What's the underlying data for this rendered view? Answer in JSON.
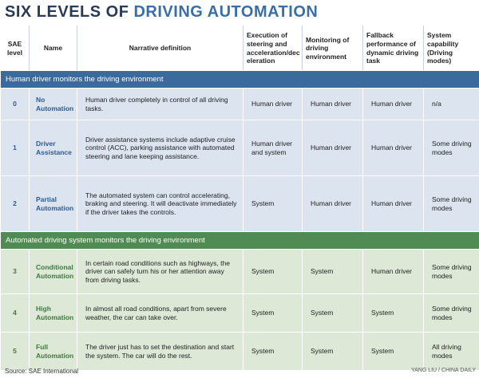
{
  "title": {
    "part1": "SIX LEVELS OF ",
    "part2": "DRIVING AUTOMATION"
  },
  "columns": {
    "level": "SAE level",
    "name": "Name",
    "definition": "Narrative definition",
    "execution": "Execution of steering and acceleration/dec eleration",
    "monitoring": "Monitoring of driving environment",
    "fallback": "Fallback performance of dynamic driving task",
    "capability": "System capability (Driving modes)"
  },
  "sections": {
    "human": "Human driver monitors the driving environment",
    "auto": "Automated driving system monitors the driving environment"
  },
  "rows": [
    {
      "level": "0",
      "name": "No Automation",
      "definition": "Human driver completely in control of all driving tasks.",
      "execution": "Human driver",
      "monitoring": "Human driver",
      "fallback": "Human driver",
      "capability": "n/a"
    },
    {
      "level": "1",
      "name": "Driver Assistance",
      "definition": "Driver assistance systems include adaptive cruise control (ACC), parking assistance with automated steering and lane keeping assistance.",
      "execution": "Human driver and system",
      "monitoring": "Human driver",
      "fallback": "Human driver",
      "capability": "Some driving modes"
    },
    {
      "level": "2",
      "name": "Partial Automation",
      "definition": "The automated system can control accelerating, braking and steering. It will deactivate immediately if the driver takes the controls.",
      "execution": "System",
      "monitoring": "Human driver",
      "fallback": "Human driver",
      "capability": "Some driving modes"
    },
    {
      "level": "3",
      "name": "Conditional Automation",
      "definition": "In certain road conditions such as highways, the driver can safely turn his or her attention away from driving tasks.",
      "execution": "System",
      "monitoring": "System",
      "fallback": "Human driver",
      "capability": "Some driving modes"
    },
    {
      "level": "4",
      "name": "High Automation",
      "definition": "In almost all road conditions, apart from severe weather, the car can take over.",
      "execution": "System",
      "monitoring": "System",
      "fallback": "System",
      "capability": "Some driving modes"
    },
    {
      "level": "5",
      "name": "Full Automation",
      "definition": "The driver just has to set the destination and start the system. The car will do the rest.",
      "execution": "System",
      "monitoring": "System",
      "fallback": "System",
      "capability": "All driving modes"
    }
  ],
  "footer": {
    "source": "Source: SAE International",
    "credit": "YANG LIU / CHINA DAILY"
  },
  "colors": {
    "human": "#3d6a9e",
    "auto": "#4f8b52",
    "human_row": "#dbe4ef",
    "auto_row": "#dde8d7"
  }
}
